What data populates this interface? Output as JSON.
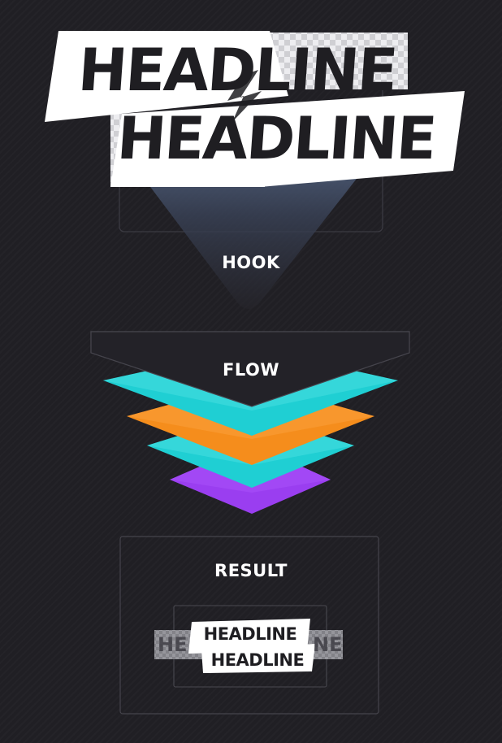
{
  "hero": {
    "line1": "HEADLINE",
    "line2": "HEADLINE"
  },
  "sections": {
    "hook": "HOOK",
    "flow": "FLOW",
    "result": "RESULT"
  },
  "result_preview": {
    "line1": "HEADLINE",
    "line2": "HEADLINE",
    "ghost_left": "HE",
    "ghost_right": "NE"
  },
  "colors": {
    "background": "#201f24",
    "panel_white": "#ffffff",
    "text_dark": "#1f1e22",
    "teal": "#1fcfd3",
    "orange": "#f58d1c",
    "purple": "#9a3ef0",
    "hook_glow": "#4a5a78"
  }
}
